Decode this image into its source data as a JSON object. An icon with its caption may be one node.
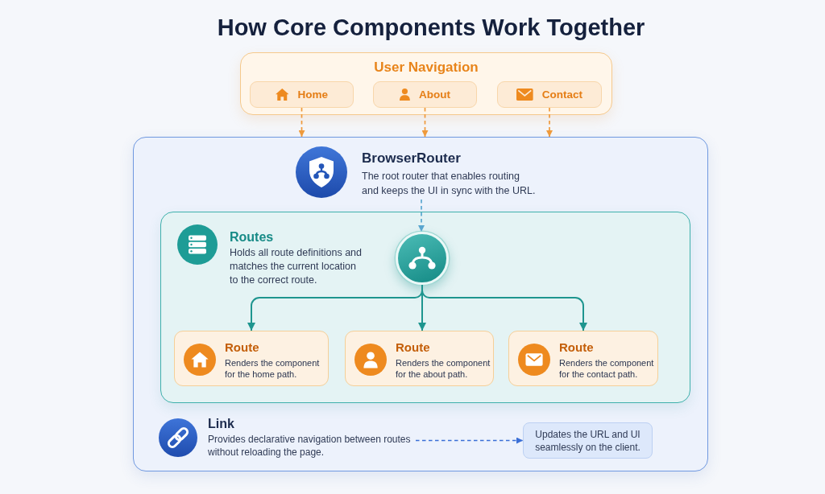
{
  "diagram": {
    "title": "How Core Components Work Together",
    "nodes": [
      {
        "text": [
          "User Navigation"
        ]
      },
      {
        "text": [
          "Home"
        ],
        "in": 0
      },
      {
        "text": [
          "About"
        ],
        "in": 0
      },
      {
        "text": [
          "Contact"
        ],
        "in": 0
      },
      {
        "text": [],
        "shape": "box"
      },
      {
        "text": [
          "BrowserRouter",
          "The root router that enables routing and keeps the UI in sync with the URL."
        ],
        "in": 4
      },
      {
        "text": [
          "Routes",
          "Holds all route definitions and matches the current location to the correct route."
        ],
        "in": 4
      },
      {
        "text": [],
        "shape": "circle",
        "in": 6
      },
      {
        "text": [
          "Route",
          "Renders the component for the home path."
        ],
        "in": 6
      },
      {
        "text": [
          "Route",
          "Renders the component for the about path."
        ],
        "in": 6
      },
      {
        "text": [
          "Route",
          "Renders the component for the contact path."
        ],
        "in": 6
      },
      {
        "text": [
          "Link",
          "Provides declarative navigation between routes without reloading the page."
        ],
        "in": 4
      },
      {
        "text": [
          "Updates the URL and UI seamlessly on the client."
        ],
        "in": 4
      }
    ],
    "edges": [
      {
        "from": 1,
        "to": 4,
        "arrow": "to",
        "style": "dashed",
        "color": "#ef9a3c"
      },
      {
        "from": 2,
        "to": 4,
        "arrow": "to",
        "style": "dashed",
        "color": "#ef9a3c"
      },
      {
        "from": 3,
        "to": 4,
        "arrow": "to",
        "style": "dashed",
        "color": "#ef9a3c"
      },
      {
        "from": 5,
        "to": 7,
        "arrow": "to",
        "style": "dashed",
        "color": "#5aa6cf"
      },
      {
        "from": 7,
        "to": 8,
        "arrow": "to",
        "color": "#1e958f"
      },
      {
        "from": 7,
        "to": 9,
        "arrow": "to",
        "color": "#1e958f"
      },
      {
        "from": 7,
        "to": 10,
        "arrow": "to",
        "color": "#1e958f"
      },
      {
        "from": 11,
        "to": 12,
        "arrow": "to",
        "style": "dashed",
        "color": "#3b6fd6"
      }
    ]
  }
}
